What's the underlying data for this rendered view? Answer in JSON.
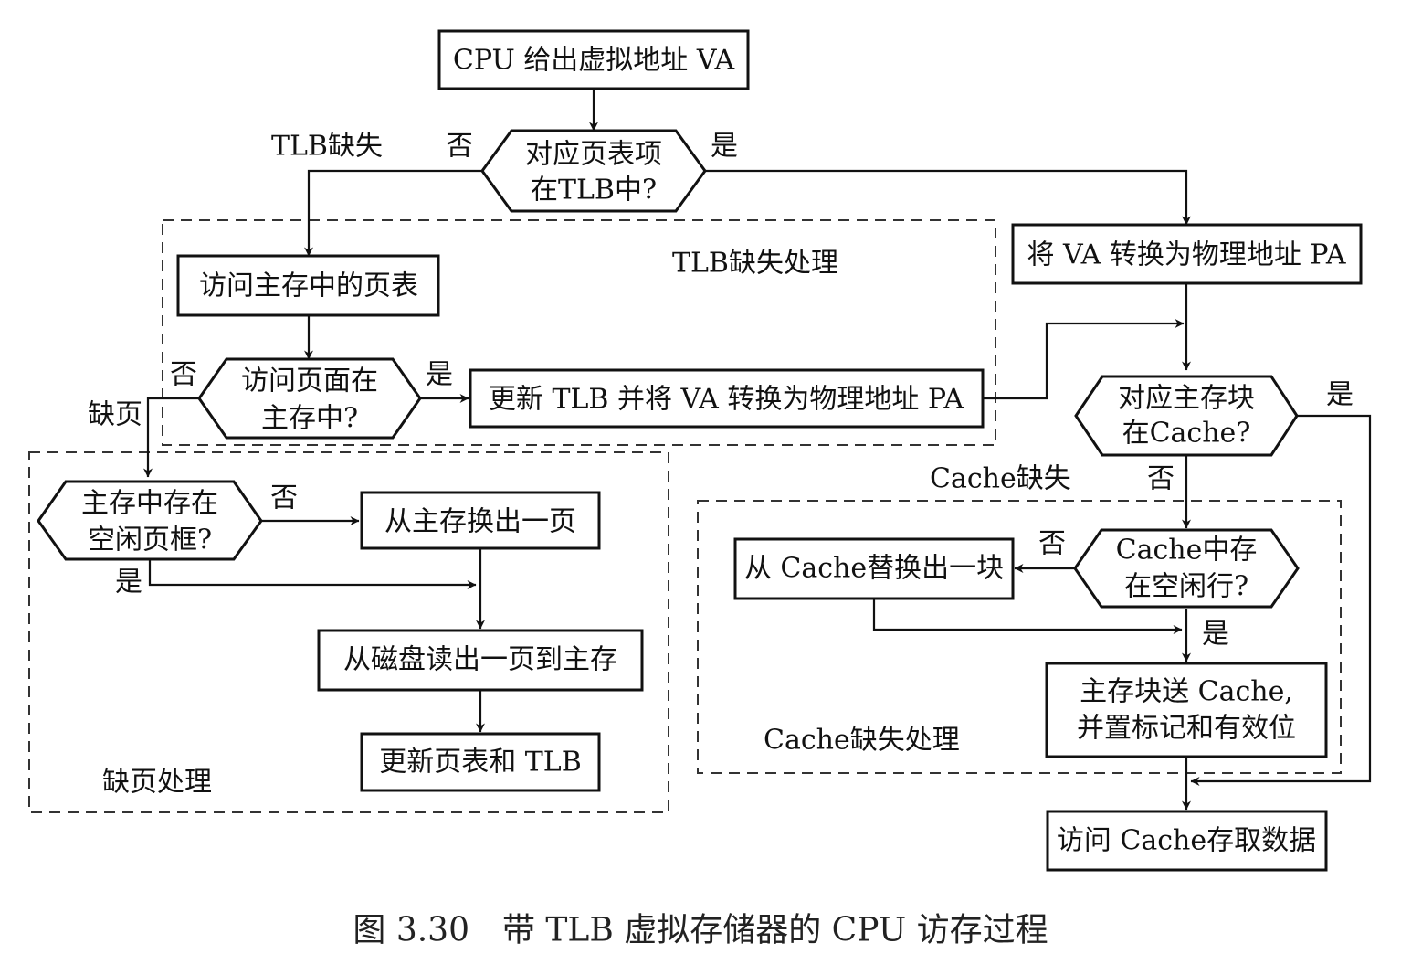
{
  "nodes": {
    "cpu_va": "CPU 给出虚拟地址 VA",
    "tlb_check": [
      "对应页表项",
      "在TLB中?"
    ],
    "va_to_pa": "将 VA 转换为物理地址 PA",
    "access_page_table": "访问主存中的页表",
    "page_in_memory": [
      "访问页面在",
      "主存中?"
    ],
    "update_tlb": "更新 TLB 并将 VA 转换为物理地址 PA",
    "cache_check": [
      "对应主存块",
      "在Cache?"
    ],
    "free_frame": [
      "主存中存在",
      "空闲页框?"
    ],
    "swap_out_page": "从主存换出一页",
    "read_disk": "从磁盘读出一页到主存",
    "update_pt_tlb": "更新页表和 TLB",
    "cache_free_line": [
      "Cache中存",
      "在空闲行?"
    ],
    "replace_block": "从 Cache替换出一块",
    "send_block": [
      "主存块送 Cache,",
      "并置标记和有效位"
    ],
    "access_cache": "访问 Cache存取数据"
  },
  "edge_labels": {
    "tlb_no": "否",
    "tlb_yes": "是",
    "page_no": "否",
    "page_yes": "是",
    "frame_no": "否",
    "frame_yes": "是",
    "cache_yes": "是",
    "cache_no": "否",
    "line_no": "否",
    "line_yes": "是"
  },
  "region_labels": {
    "tlb_miss": "TLB缺失",
    "tlb_miss_handling": "TLB缺失处理",
    "page_fault": "缺页",
    "page_fault_handling": "缺页处理",
    "cache_miss": "Cache缺失",
    "cache_miss_handling": "Cache缺失处理"
  },
  "caption": "图 3.30　带 TLB 虚拟存储器的 CPU 访存过程"
}
